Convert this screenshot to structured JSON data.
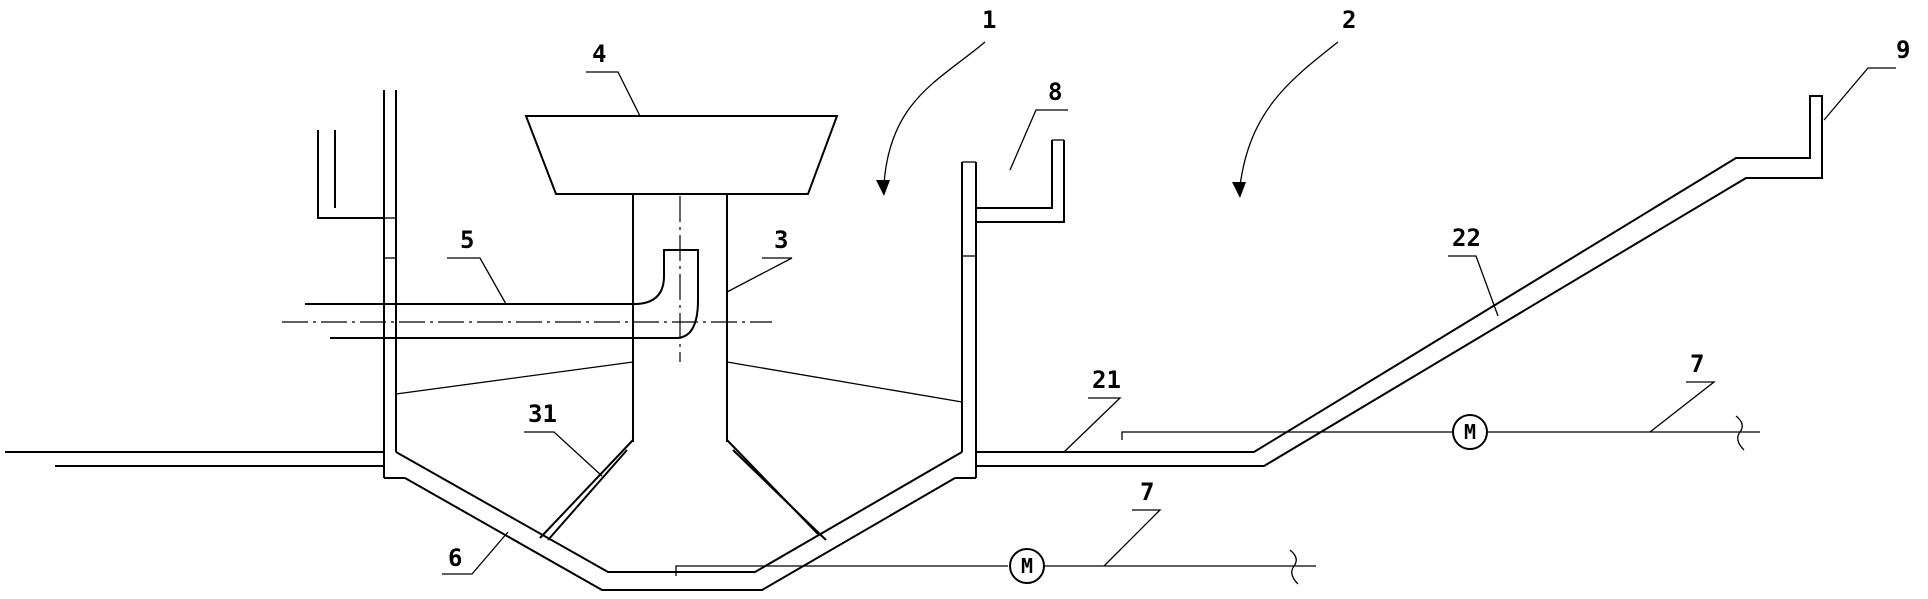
{
  "labels": {
    "l1": "1",
    "l2": "2",
    "l3": "3",
    "l4": "4",
    "l5": "5",
    "l6": "6",
    "l7a": "7",
    "l7b": "7",
    "l8": "8",
    "l9": "9",
    "l21": "21",
    "l22": "22",
    "l31": "31"
  },
  "motors": {
    "upper": "M",
    "lower": "M"
  },
  "colors": {
    "line": "#000000",
    "background": "#ffffff"
  }
}
